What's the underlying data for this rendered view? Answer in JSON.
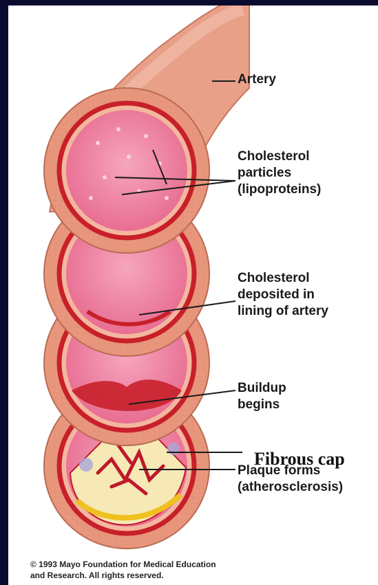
{
  "labels": {
    "artery": "Artery",
    "particles": [
      "Cholesterol",
      "particles",
      "(lipoproteins)"
    ],
    "deposited": [
      "Cholesterol",
      "deposited in",
      "lining of artery"
    ],
    "buildup": [
      "Buildup",
      "begins"
    ],
    "fibrous_cap": "Fibrous cap",
    "plaque": [
      "Plaque forms",
      "(atherosclerosis)"
    ]
  },
  "copyright": [
    "© 1993 Mayo Foundation for Medical Education",
    "and Research. All rights reserved."
  ],
  "colors": {
    "background": "#0a0a2e",
    "artery_outer": "#e8967c",
    "artery_wall": "#f3b79f",
    "artery_lining": "#c8202a",
    "lumen": "#ef7fa0",
    "plaque": "#f6e9b6",
    "plaque_core": "#c0182a",
    "plaque_base": "#f0c020"
  }
}
